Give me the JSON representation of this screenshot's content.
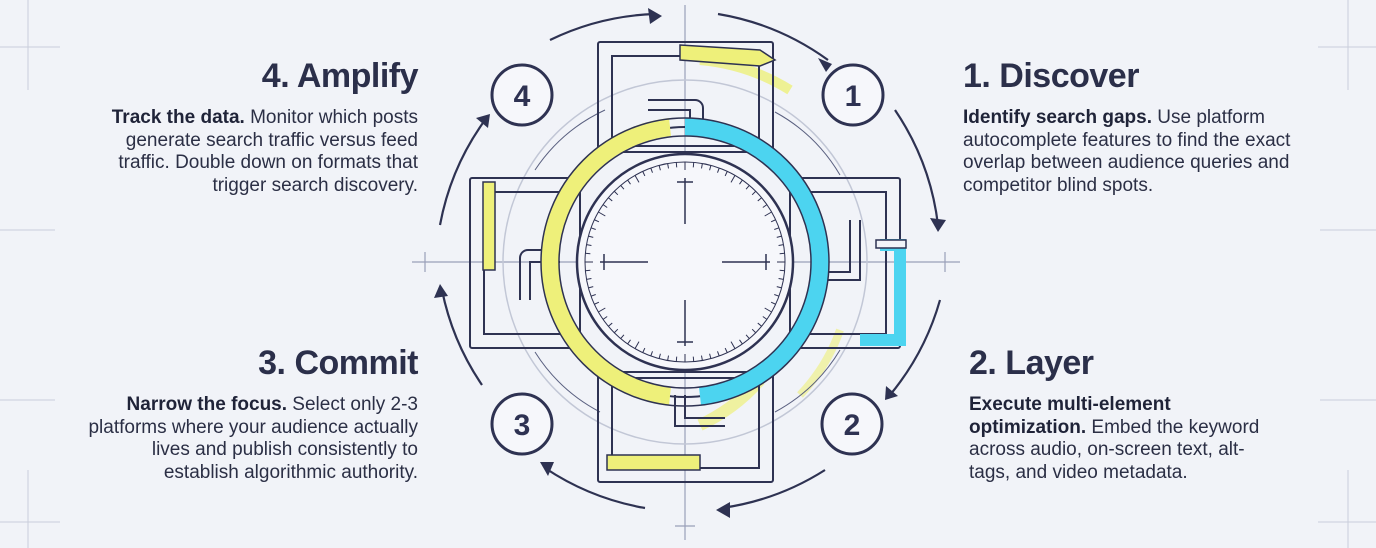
{
  "steps": [
    {
      "number": "1",
      "title": "1. Discover",
      "lead": "Identify search gaps.",
      "text": " Use platform autocomplete features to find the exact overlap between audience queries and competitor blind spots."
    },
    {
      "number": "2",
      "title": "2. Layer",
      "lead": "Execute multi-element optimization.",
      "text": " Embed the keyword across audio, on-screen text, alt-tags, and video metadata."
    },
    {
      "number": "3",
      "title": "3. Commit",
      "lead": "Narrow the focus.",
      "text": " Select only 2-3 platforms where your audience actually lives and publish consistently to establish algorithmic authority."
    },
    {
      "number": "4",
      "title": "4. Amplify",
      "lead": "Track the data.",
      "text": " Monitor which posts generate search traffic versus feed traffic. Double down on formats that trigger search discovery."
    }
  ],
  "colors": {
    "ink": "#2e3252",
    "cyan": "#4cd4f0",
    "yellow": "#eef07a",
    "faint": "#b9bfd0"
  }
}
